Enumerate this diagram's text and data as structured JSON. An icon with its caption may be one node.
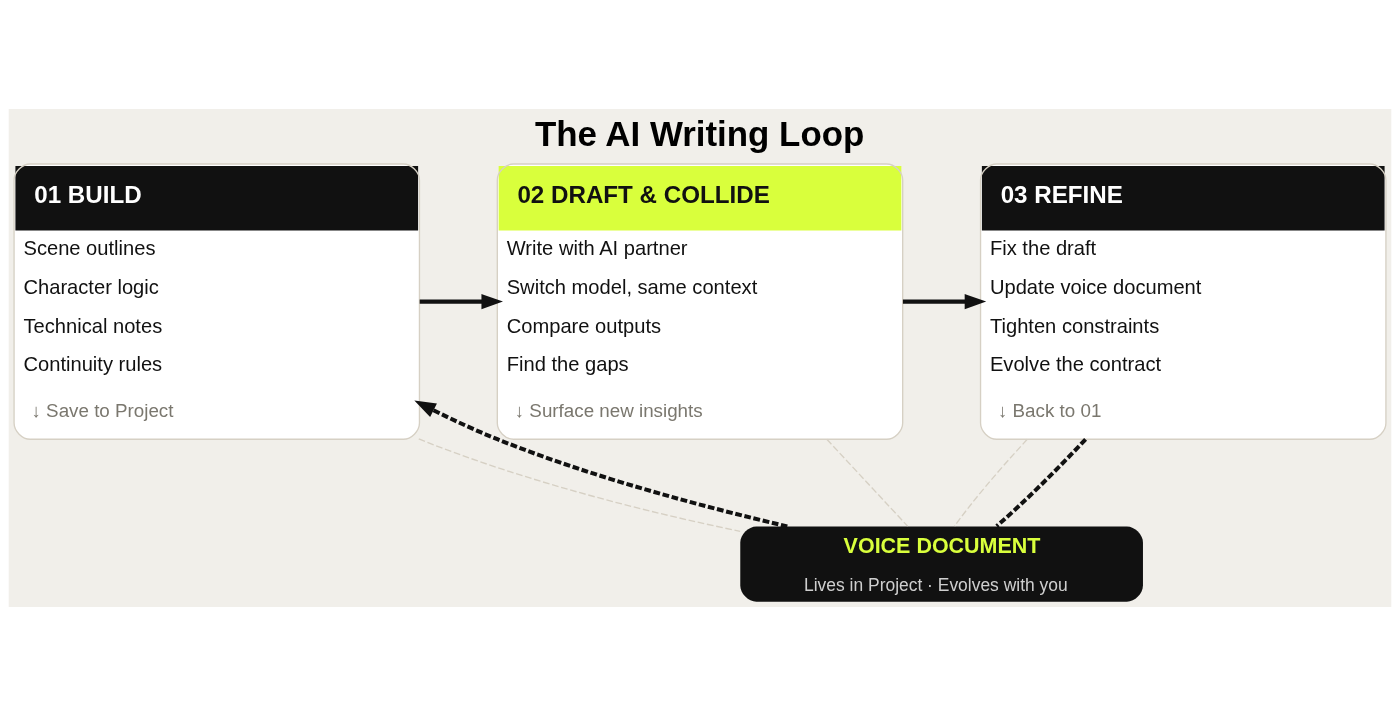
{
  "diagram": {
    "title": "The AI Writing Loop",
    "nodes": [
      {
        "text": [
          "01 BUILD",
          "Scene outlines",
          "Character logic",
          "Technical notes",
          "Continuity rules",
          "↓ Save to Project"
        ]
      },
      {
        "text": [
          "02 DRAFT & COLLIDE",
          "Write with AI partner",
          "Switch model, same context",
          "Compare outputs",
          "Find the gaps",
          "↓ Surface new insights"
        ]
      },
      {
        "text": [
          "03 REFINE",
          "Fix the draft",
          "Update voice document",
          "Tighten constraints",
          "Evolve the contract",
          "↓ Back to 01"
        ]
      },
      {
        "text": [
          "VOICE DOCUMENT",
          "Lives in Project · Evolves with you"
        ]
      }
    ],
    "edges": [
      {
        "from": 0,
        "to": 1,
        "arrow": "to"
      },
      {
        "from": 1,
        "to": 2,
        "arrow": "to"
      },
      {
        "from": 0,
        "to": 3,
        "arrow": "none",
        "style": "dashed",
        "color": "#d6d0c4"
      },
      {
        "from": 1,
        "to": 3,
        "arrow": "none",
        "style": "dashed",
        "color": "#d6d0c4"
      },
      {
        "from": 2,
        "to": 3,
        "arrow": "none",
        "style": "dashed",
        "color": "#d6d0c4"
      },
      {
        "from": 3,
        "to": 0,
        "arrow": "to",
        "style": "dashed"
      },
      {
        "from": 2,
        "to": 3,
        "arrow": "none",
        "style": "dashed"
      }
    ]
  }
}
